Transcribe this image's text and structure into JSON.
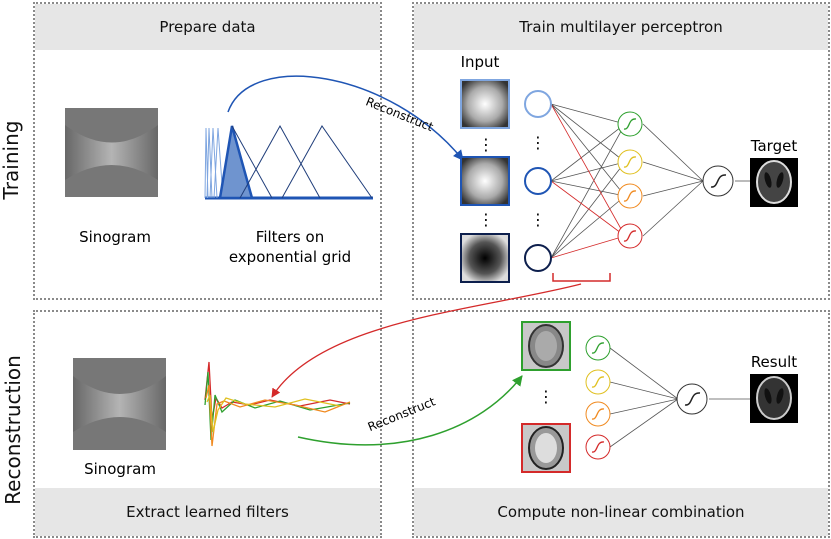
{
  "side_labels": {
    "training": "Training",
    "reconstruction": "Reconstruction"
  },
  "panels": {
    "prepare": {
      "title": "Prepare data",
      "sinogram": "Sinogram",
      "filters_line1": "Filters on",
      "filters_line2": "exponential grid"
    },
    "train": {
      "title": "Train multilayer perceptron",
      "input": "Input",
      "target": "Target",
      "dots": "⋮"
    },
    "extract": {
      "title": "Extract learned filters",
      "sinogram": "Sinogram"
    },
    "compute": {
      "title": "Compute non-linear combination",
      "result": "Result",
      "dots": "⋮"
    }
  },
  "arrows": {
    "reconstruct_top": "Reconstruct",
    "reconstruct_bottom": "Reconstruct"
  },
  "colors": {
    "blue": "#1f55b4",
    "light_blue": "#7fa6e0",
    "navy": "#0d1f4d",
    "green": "#2ea02e",
    "yellow": "#e0c020",
    "orange": "#f08a20",
    "red": "#d42a2a",
    "header_bg": "#e6e6e6"
  }
}
